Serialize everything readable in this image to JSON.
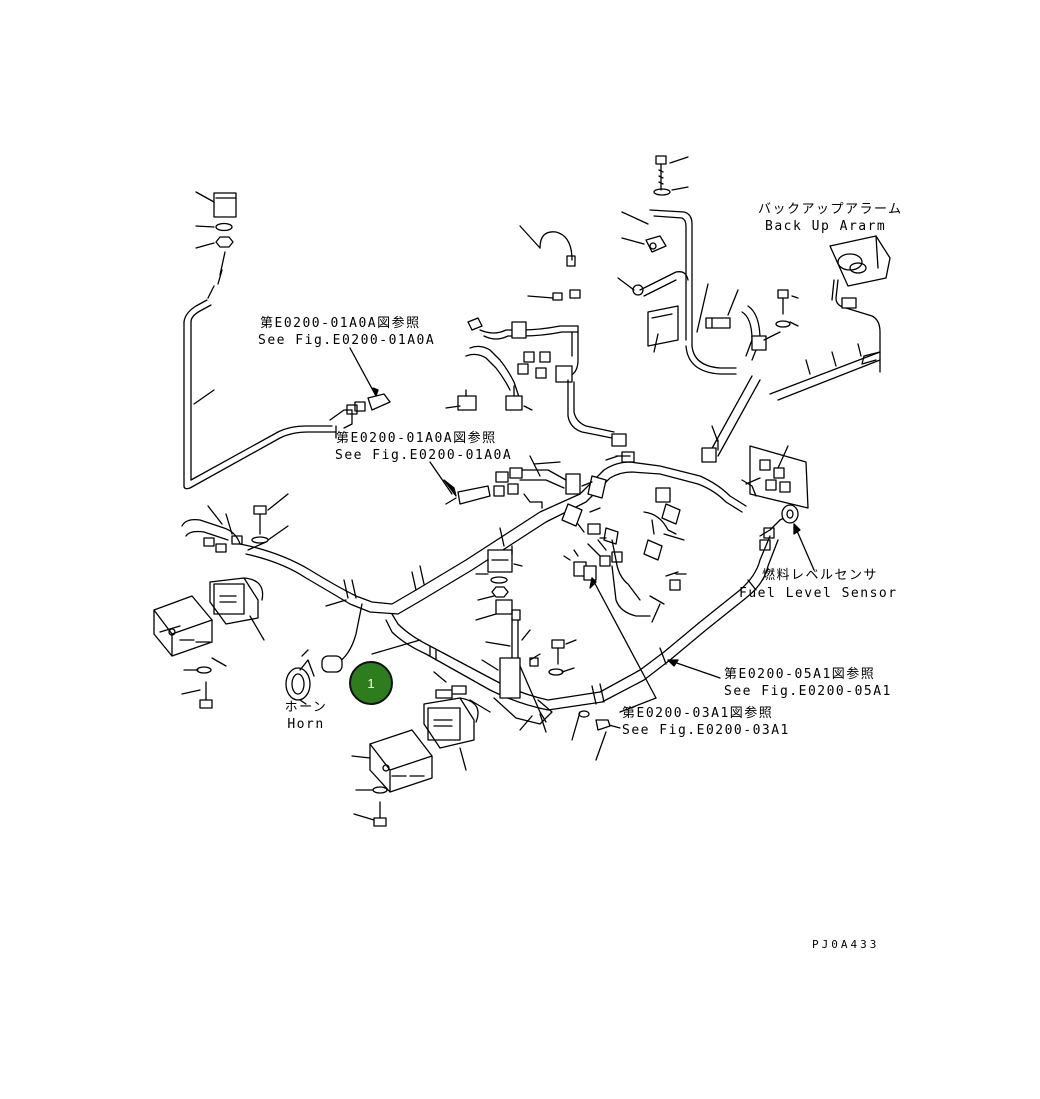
{
  "labels": {
    "ref_01a0a_upper_jp": "第E0200-01A0A図参照",
    "ref_01a0a_upper_en": "See Fig.E0200-01A0A",
    "ref_01a0a_lower_jp": "第E0200-01A0A図参照",
    "ref_01a0a_lower_en": "See Fig.E0200-01A0A",
    "backup_alarm_jp": "バックアップアラーム",
    "backup_alarm_en": "Back Up Ararm",
    "fuel_sensor_jp": "燃料レベルセンサ",
    "fuel_sensor_en": "Fuel Level Sensor",
    "ref_05a1_jp": "第E0200-05A1図参照",
    "ref_05a1_en": "See Fig.E0200-05A1",
    "ref_03a1_jp": "第E0200-03A1図参照",
    "ref_03a1_en": "See Fig.E0200-03A1",
    "horn_jp": "ホーン",
    "horn_en": "Horn",
    "drawing_code": "PJ0A433"
  },
  "callout": {
    "number": "1",
    "color": "#2d7d1f"
  }
}
